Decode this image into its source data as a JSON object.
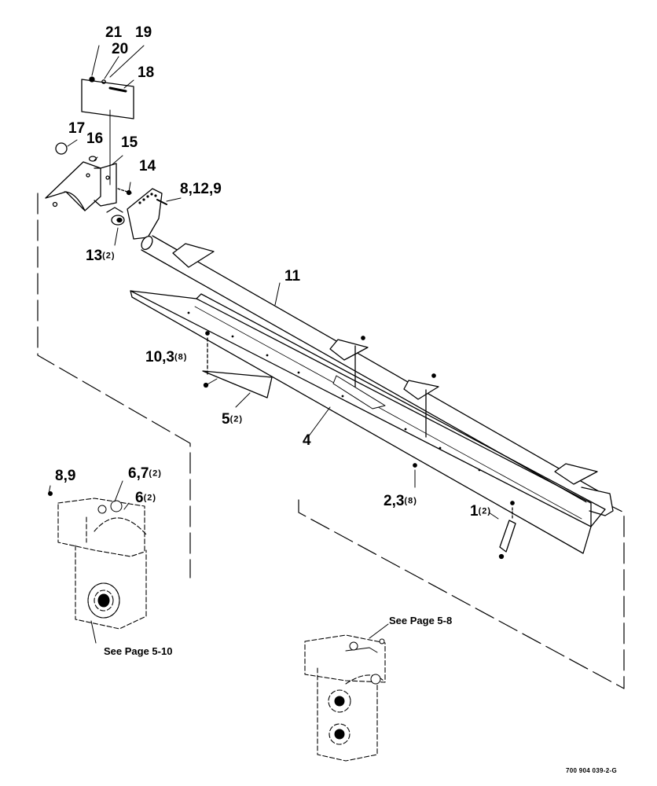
{
  "callouts": {
    "c21": {
      "text": "21",
      "qty": ""
    },
    "c19": {
      "text": "19",
      "qty": ""
    },
    "c20": {
      "text": "20",
      "qty": ""
    },
    "c18": {
      "text": "18",
      "qty": ""
    },
    "c17": {
      "text": "17",
      "qty": ""
    },
    "c16": {
      "text": "16",
      "qty": ""
    },
    "c15": {
      "text": "15",
      "qty": ""
    },
    "c14": {
      "text": "14",
      "qty": ""
    },
    "c8129": {
      "text": "8,12,9",
      "qty": ""
    },
    "c13": {
      "text": "13",
      "qty": "(2)"
    },
    "c11": {
      "text": "11",
      "qty": ""
    },
    "c103": {
      "text": "10,3",
      "qty": "(8)"
    },
    "c5": {
      "text": "5",
      "qty": "(2)"
    },
    "c4": {
      "text": "4",
      "qty": ""
    },
    "c23": {
      "text": "2,3",
      "qty": "(8)"
    },
    "c1": {
      "text": "1",
      "qty": "(2)"
    },
    "c89": {
      "text": "8,9",
      "qty": ""
    },
    "c67": {
      "text": "6,7",
      "qty": "(2)"
    },
    "c6": {
      "text": "6",
      "qty": "(2)"
    }
  },
  "notes": {
    "left": "See Page 5-10",
    "right": "See Page 5-8"
  },
  "figure_number": "700 904 039-2-G"
}
